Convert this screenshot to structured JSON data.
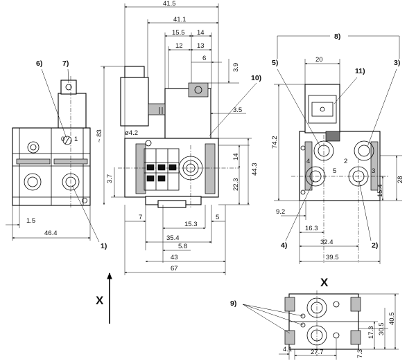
{
  "view_label": "X",
  "callouts": [
    "1)",
    "2)",
    "3)",
    "4)",
    "5)",
    "6)",
    "7)",
    "8)",
    "9)",
    "10)",
    "11)"
  ],
  "dimensions": {
    "left_view": [
      "1.5",
      "46.4"
    ],
    "side_view": [
      "41.5",
      "41.1",
      "15.5",
      "14",
      "12",
      "13",
      "6",
      "3.9",
      "3.5",
      "ø4.2",
      "~ 83",
      "3.7",
      "14",
      "22.3",
      "44.3",
      "7",
      "5",
      "15.3",
      "35.4",
      "5.8",
      "43",
      "67"
    ],
    "right_view": [
      "20",
      "74.2",
      "28",
      "15.4",
      "9.2",
      "16.3",
      "32.4",
      "39.5"
    ],
    "bottom_view": [
      "4.1",
      "27.7",
      "7.3",
      "17.3",
      "30.5",
      "40.5"
    ]
  },
  "port_labels": [
    "4",
    "2",
    "5",
    "3"
  ]
}
